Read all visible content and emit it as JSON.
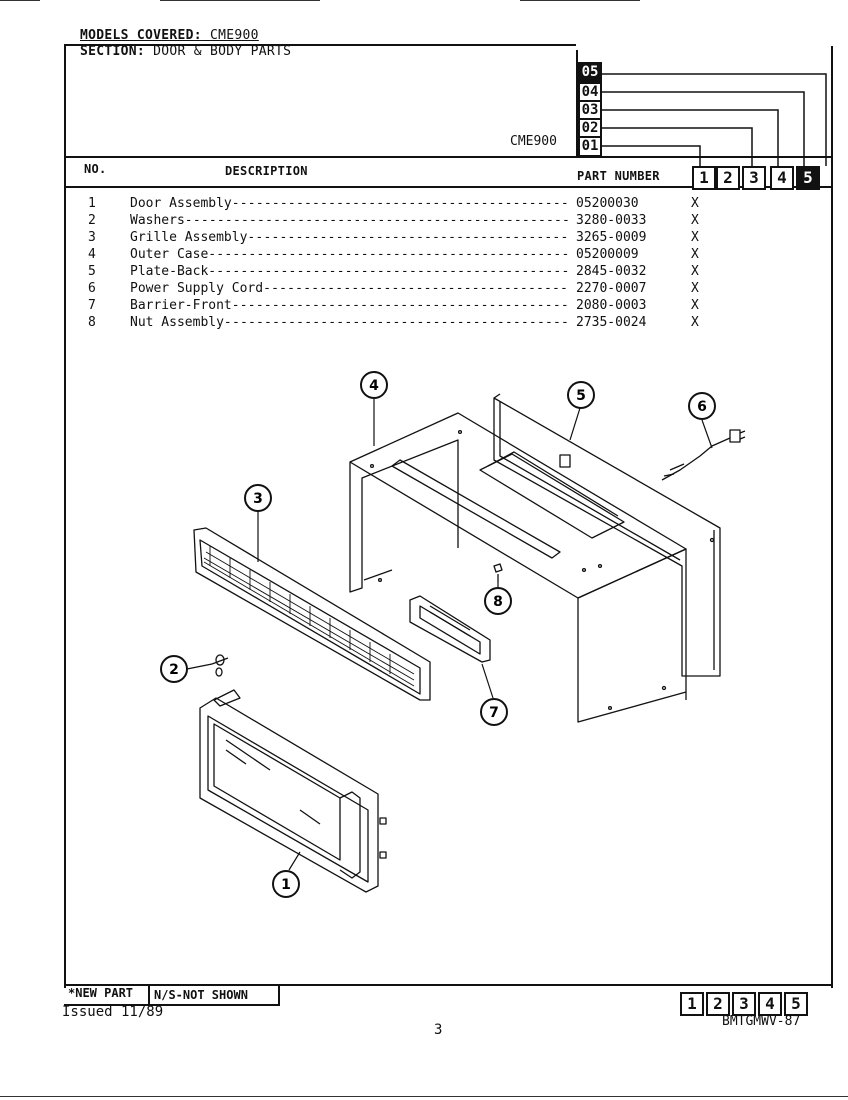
{
  "header": {
    "models_covered_label": "MODELS COVERED:",
    "model": "CME900",
    "section_label": "SECTION:",
    "section_title": "DOOR & BODY PARTS",
    "model_column_label": "CME900"
  },
  "column_tags": [
    "05",
    "04",
    "03",
    "02",
    "01"
  ],
  "table_header": {
    "no": "NO.",
    "description": "DESCRIPTION",
    "part_number": "PART NUMBER",
    "columns": [
      "1",
      "2",
      "3",
      "4",
      "5"
    ]
  },
  "parts": [
    {
      "no": "1",
      "description": "Door Assembly",
      "part_number": "05200030",
      "mark": "X"
    },
    {
      "no": "2",
      "description": "Washers",
      "part_number": "3280-0033",
      "mark": "X"
    },
    {
      "no": "3",
      "description": "Grille Assembly",
      "part_number": "3265-0009",
      "mark": "X"
    },
    {
      "no": "4",
      "description": "Outer Case",
      "part_number": "05200009",
      "mark": "X"
    },
    {
      "no": "5",
      "description": "Plate-Back",
      "part_number": "2845-0032",
      "mark": "X"
    },
    {
      "no": "6",
      "description": "Power Supply Cord",
      "part_number": "2270-0007",
      "mark": "X"
    },
    {
      "no": "7",
      "description": "Barrier-Front",
      "part_number": "2080-0003",
      "mark": "X"
    },
    {
      "no": "8",
      "description": "Nut Assembly",
      "part_number": "2735-0024",
      "mark": "X"
    }
  ],
  "callouts": [
    "1",
    "2",
    "3",
    "4",
    "5",
    "6",
    "7",
    "8"
  ],
  "footer": {
    "new_part": "*NEW PART",
    "not_shown": "N/S-NOT SHOWN",
    "columns": [
      "1",
      "2",
      "3",
      "4",
      "5"
    ],
    "issued": "Issued 11/89",
    "page": "3",
    "doc_code": "BMTGMWV-87"
  }
}
